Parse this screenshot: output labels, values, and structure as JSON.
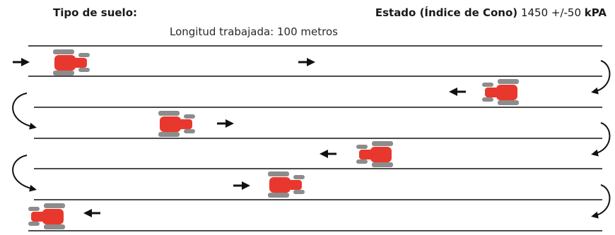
{
  "header": {
    "soil_type_label": "Tipo de suelo:",
    "state_label": "Estado (Índice de Cono)",
    "state_value": "1450 +/-50",
    "state_unit": "kPA",
    "length_label": "Longitud trabajada: 100 metros"
  },
  "colors": {
    "tractor_body": "#e8382e",
    "tractor_wheel": "#8c8c8c",
    "lines": "#111111",
    "arrows": "#111111"
  },
  "icons": {
    "tractor": "tractor-icon",
    "arrow": "direction-arrow-icon",
    "turn": "u-turn-arrow-icon"
  }
}
